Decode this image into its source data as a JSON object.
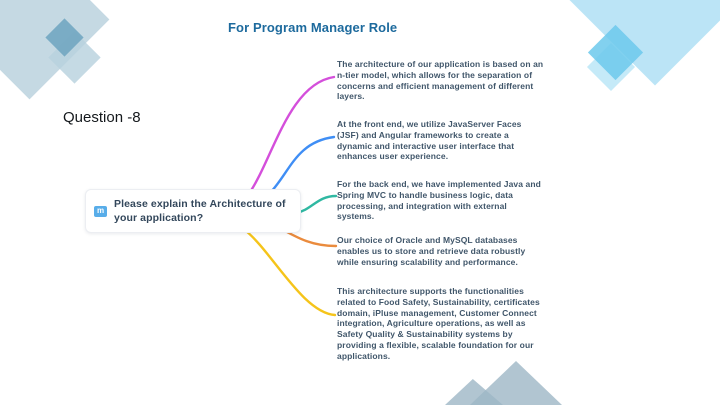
{
  "slide": {
    "title": "For Program Manager Role",
    "title_color": "#1d6a9d",
    "question_label": "Question -8",
    "question_card": {
      "icon": "mindmap-icon",
      "icon_color": "#58ade9",
      "icon_glyph": "m",
      "text": "Please explain the Architecture of\nyour application?"
    },
    "answers": [
      {
        "color": "#d44fdb",
        "text": "The architecture of our application is based on an\nn-tier model, which allows for the separation of\nconcerns and efficient management of different\nlayers."
      },
      {
        "color": "#3f8ef5",
        "text": "At the front end, we utilize JavaServer Faces\n(JSF) and Angular frameworks to create a\ndynamic and interactive user interface that\nenhances user experience."
      },
      {
        "color": "#2fb8a2",
        "text": "For the back end, we have implemented Java and\nSpring MVC to handle business logic, data\nprocessing, and integration with external\nsystems."
      },
      {
        "color": "#ea8b3d",
        "text": "Our choice of Oracle and MySQL databases\nenables us to store and retrieve data robustly\nwhile ensuring scalability and performance."
      },
      {
        "color": "#f5c41a",
        "text": "This architecture supports the functionalities\nrelated to Food Safety, Sustainability, certificates\ndomain, iPluse management, Customer Connect\nintegration, Agriculture operations, as well as\nSafety Quality & Sustainability systems by\nproviding a flexible, scalable foundation for our\napplications."
      }
    ]
  }
}
